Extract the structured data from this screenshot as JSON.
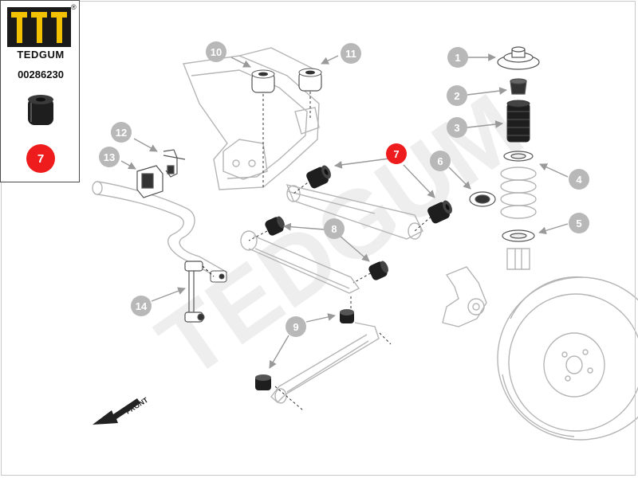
{
  "brand": {
    "name": "TEDGUM",
    "registered": "®",
    "watermark": "TEDGUM"
  },
  "product": {
    "part_number": "00286230",
    "highlight_position": "7"
  },
  "front_label": "FRONT",
  "colors": {
    "callout_fill": "#b8b8b8",
    "highlight": "#ee1c1c",
    "line": "#9a9a9a",
    "part_dark": "#1e1e1e",
    "watermark": "#eeeeee"
  },
  "callouts": [
    {
      "id": "c1",
      "label": "1"
    },
    {
      "id": "c2",
      "label": "2"
    },
    {
      "id": "c3",
      "label": "3"
    },
    {
      "id": "c4",
      "label": "4"
    },
    {
      "id": "c5",
      "label": "5"
    },
    {
      "id": "c6",
      "label": "6"
    },
    {
      "id": "c7",
      "label": "7"
    },
    {
      "id": "c8",
      "label": "8"
    },
    {
      "id": "c9",
      "label": "9"
    },
    {
      "id": "c10",
      "label": "10"
    },
    {
      "id": "c11",
      "label": "11"
    },
    {
      "id": "c12",
      "label": "12"
    },
    {
      "id": "c13",
      "label": "13"
    },
    {
      "id": "c14",
      "label": "14"
    }
  ]
}
